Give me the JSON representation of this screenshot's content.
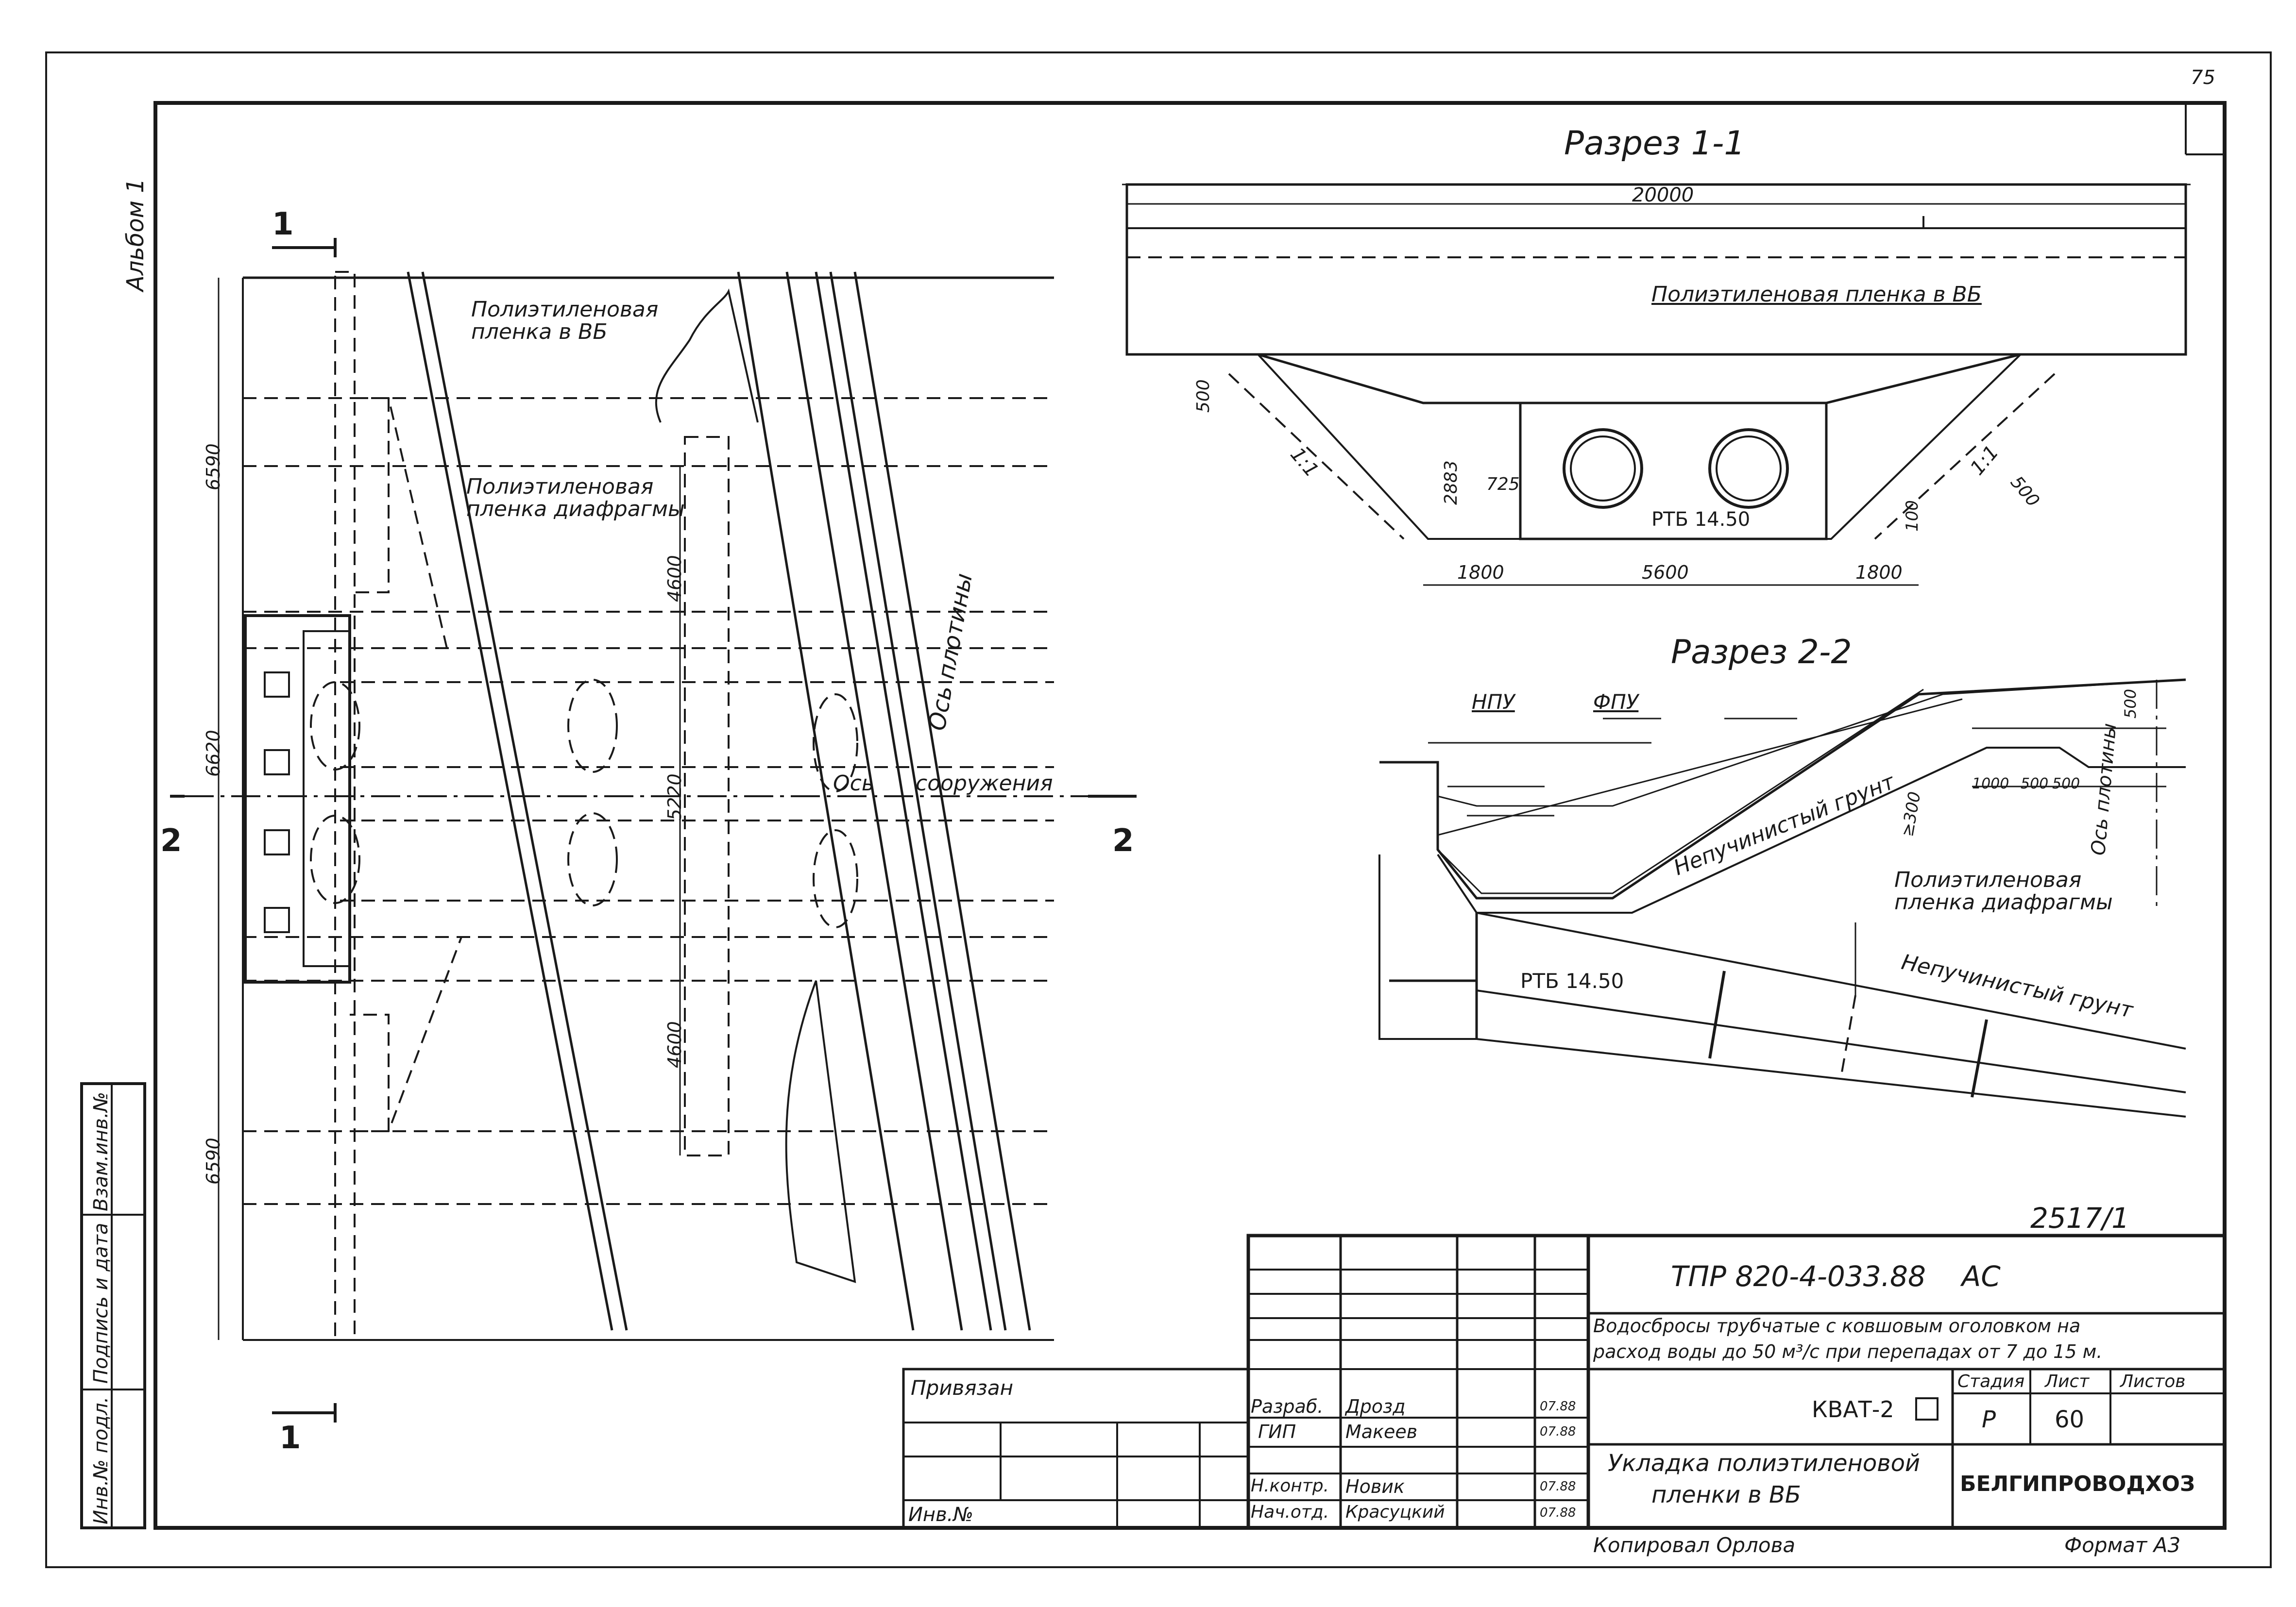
{
  "album_label": "Альбом 1",
  "page_corner_number": "75",
  "plan_view": {
    "section_mark_1_top": "1",
    "section_mark_1_bottom": "1",
    "section_mark_2_left": "2",
    "section_mark_2_right": "2",
    "label_film_vb": "Полиэтиленовая\nпленка в ВБ",
    "label_film_diaphragm": "Полиэтиленовая\nпленка диафрагмы",
    "axis_dam": "Ось плотины",
    "axis_structure_1": "Ось",
    "axis_structure_2": "сооружения",
    "dim_6590_top": "6590",
    "dim_6620": "6620",
    "dim_6590_bottom": "6590",
    "dim_4600_top": "4600",
    "dim_5220": "5220",
    "dim_4600_bottom": "4600"
  },
  "section_1_1": {
    "title": "Разрез 1-1",
    "dim_total": "20000",
    "label_film_vb": "Полиэтиленовая пленка в ВБ",
    "dim_500_left": "500",
    "slope_left": "1:1",
    "slope_right": "1:1",
    "dim_500_right": "500",
    "dim_2883": "2883",
    "dim_725": "725",
    "pipe_label": "РТБ 14.50",
    "dim_100": "100",
    "dim_1800_left": "1800",
    "dim_5600": "5600",
    "dim_1800_right": "1800"
  },
  "section_2_2": {
    "title": "Разрез 2-2",
    "npu": "НПУ",
    "fpu": "ФПУ",
    "label_soil_top": "Непучинистый грунт",
    "dim_300": "≥300",
    "dim_500": "500",
    "dim_1000": "1000",
    "dim_500a": "500",
    "dim_500b": "500",
    "axis_dam": "Ось плотины",
    "label_film_diaphragm": "Полиэтиленовая\nпленка диафрагмы",
    "label_soil_bottom": "Непучинистый грунт",
    "pipe_label": "РТБ 14.50"
  },
  "stamp": {
    "archive_number": "2517/1",
    "doc_code": "ТПР 820-4-033.88    АС",
    "project_title_1": "Водосбросы трубчатые с ковшовым оголовком на",
    "project_title_2": "расход воды до 50 м³/с при перепадах от 7 до 15 м.",
    "stage_header": "Стадия",
    "sheet_header": "Лист",
    "sheets_header": "Листов",
    "stage_value": "Р",
    "sheet_value": "60",
    "object_code": "КВАТ-2",
    "drawing_title_1": "Укладка полиэтиленовой",
    "drawing_title_2": "пленки в ВБ",
    "organization": "БЕЛГИПРОВОДХОЗ",
    "bound_label": "Привязан",
    "inv_label": "Инв.№",
    "roles": [
      {
        "role": "Разраб.",
        "name": "Дрозд",
        "date": "07.88"
      },
      {
        "role": "ГИП",
        "name": "Макеев",
        "date": "07.88"
      },
      {
        "role": "",
        "name": "",
        "date": ""
      },
      {
        "role": "Н.контр.",
        "name": "Новик",
        "date": "07.88"
      },
      {
        "role": "Нач.отд.",
        "name": "Красуцкий",
        "date": "07.88"
      }
    ],
    "copied_by": "Копировал Орлова",
    "format": "Формат А3"
  },
  "side_stamp": {
    "inv_orig": "Инв.№ подл.",
    "sign_date": "Подпись и дата",
    "replace_inv": "Взам.инв.№"
  }
}
